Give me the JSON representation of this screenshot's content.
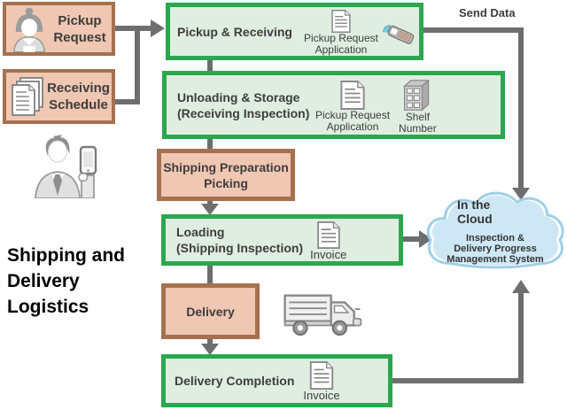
{
  "colors": {
    "green_border": "#2aa84e",
    "green_fill": "#dfeee1",
    "brown_border": "#a5714f",
    "salmon_fill": "#efc7b2",
    "arrow_gray": "#6e6e6e",
    "cloud_fill": "#cde7f5",
    "cloud_border": "#a0cfe8",
    "wifi_blue": "#3fa9d5",
    "keypad_orange": "#d97733",
    "text_dark": "#3d3d3d"
  },
  "title": {
    "line1": "Shipping and",
    "line2": "Delivery",
    "line3": "Logistics"
  },
  "annotations": {
    "send_data": "Send Data"
  },
  "inputs": {
    "pickup_request": {
      "line1": "Pickup",
      "line2": "Request",
      "icon": "woman-customer-icon"
    },
    "receiving_schedule": {
      "line1": "Receiving",
      "line2": "Schedule",
      "icon": "documents-stack-icon"
    }
  },
  "staff": {
    "icon": "worker-with-phone-icon"
  },
  "flow": {
    "pickup_receiving": {
      "label": "Pickup & Receiving",
      "doc_caption_line1": "Pickup Request",
      "doc_caption_line2": "Application",
      "icons": [
        "document-icon",
        "handheld-scanner-icon"
      ]
    },
    "unloading_storage": {
      "line1": "Unloading & Storage",
      "line2": "(Receiving Inspection)",
      "doc_caption_line1": "Pickup Request",
      "doc_caption_line2": "Application",
      "shelf_caption_line1": "Shelf",
      "shelf_caption_line2": "Number",
      "icons": [
        "document-icon",
        "shelf-icon"
      ]
    },
    "shipping_preparation": {
      "line1": "Shipping Preparation",
      "line2": "Picking"
    },
    "loading": {
      "line1": "Loading",
      "line2": "(Shipping Inspection)",
      "doc_caption": "Invoice",
      "icons": [
        "document-icon"
      ]
    },
    "delivery": {
      "label": "Delivery",
      "icon": "truck-icon"
    },
    "delivery_completion": {
      "label": "Delivery Completion",
      "doc_caption": "Invoice",
      "icons": [
        "document-icon"
      ]
    }
  },
  "cloud": {
    "title_line1": "In the",
    "title_line2": "Cloud",
    "subtitle_line1": "Inspection &",
    "subtitle_line2": "Delivery Progress",
    "subtitle_line3": "Management System"
  }
}
